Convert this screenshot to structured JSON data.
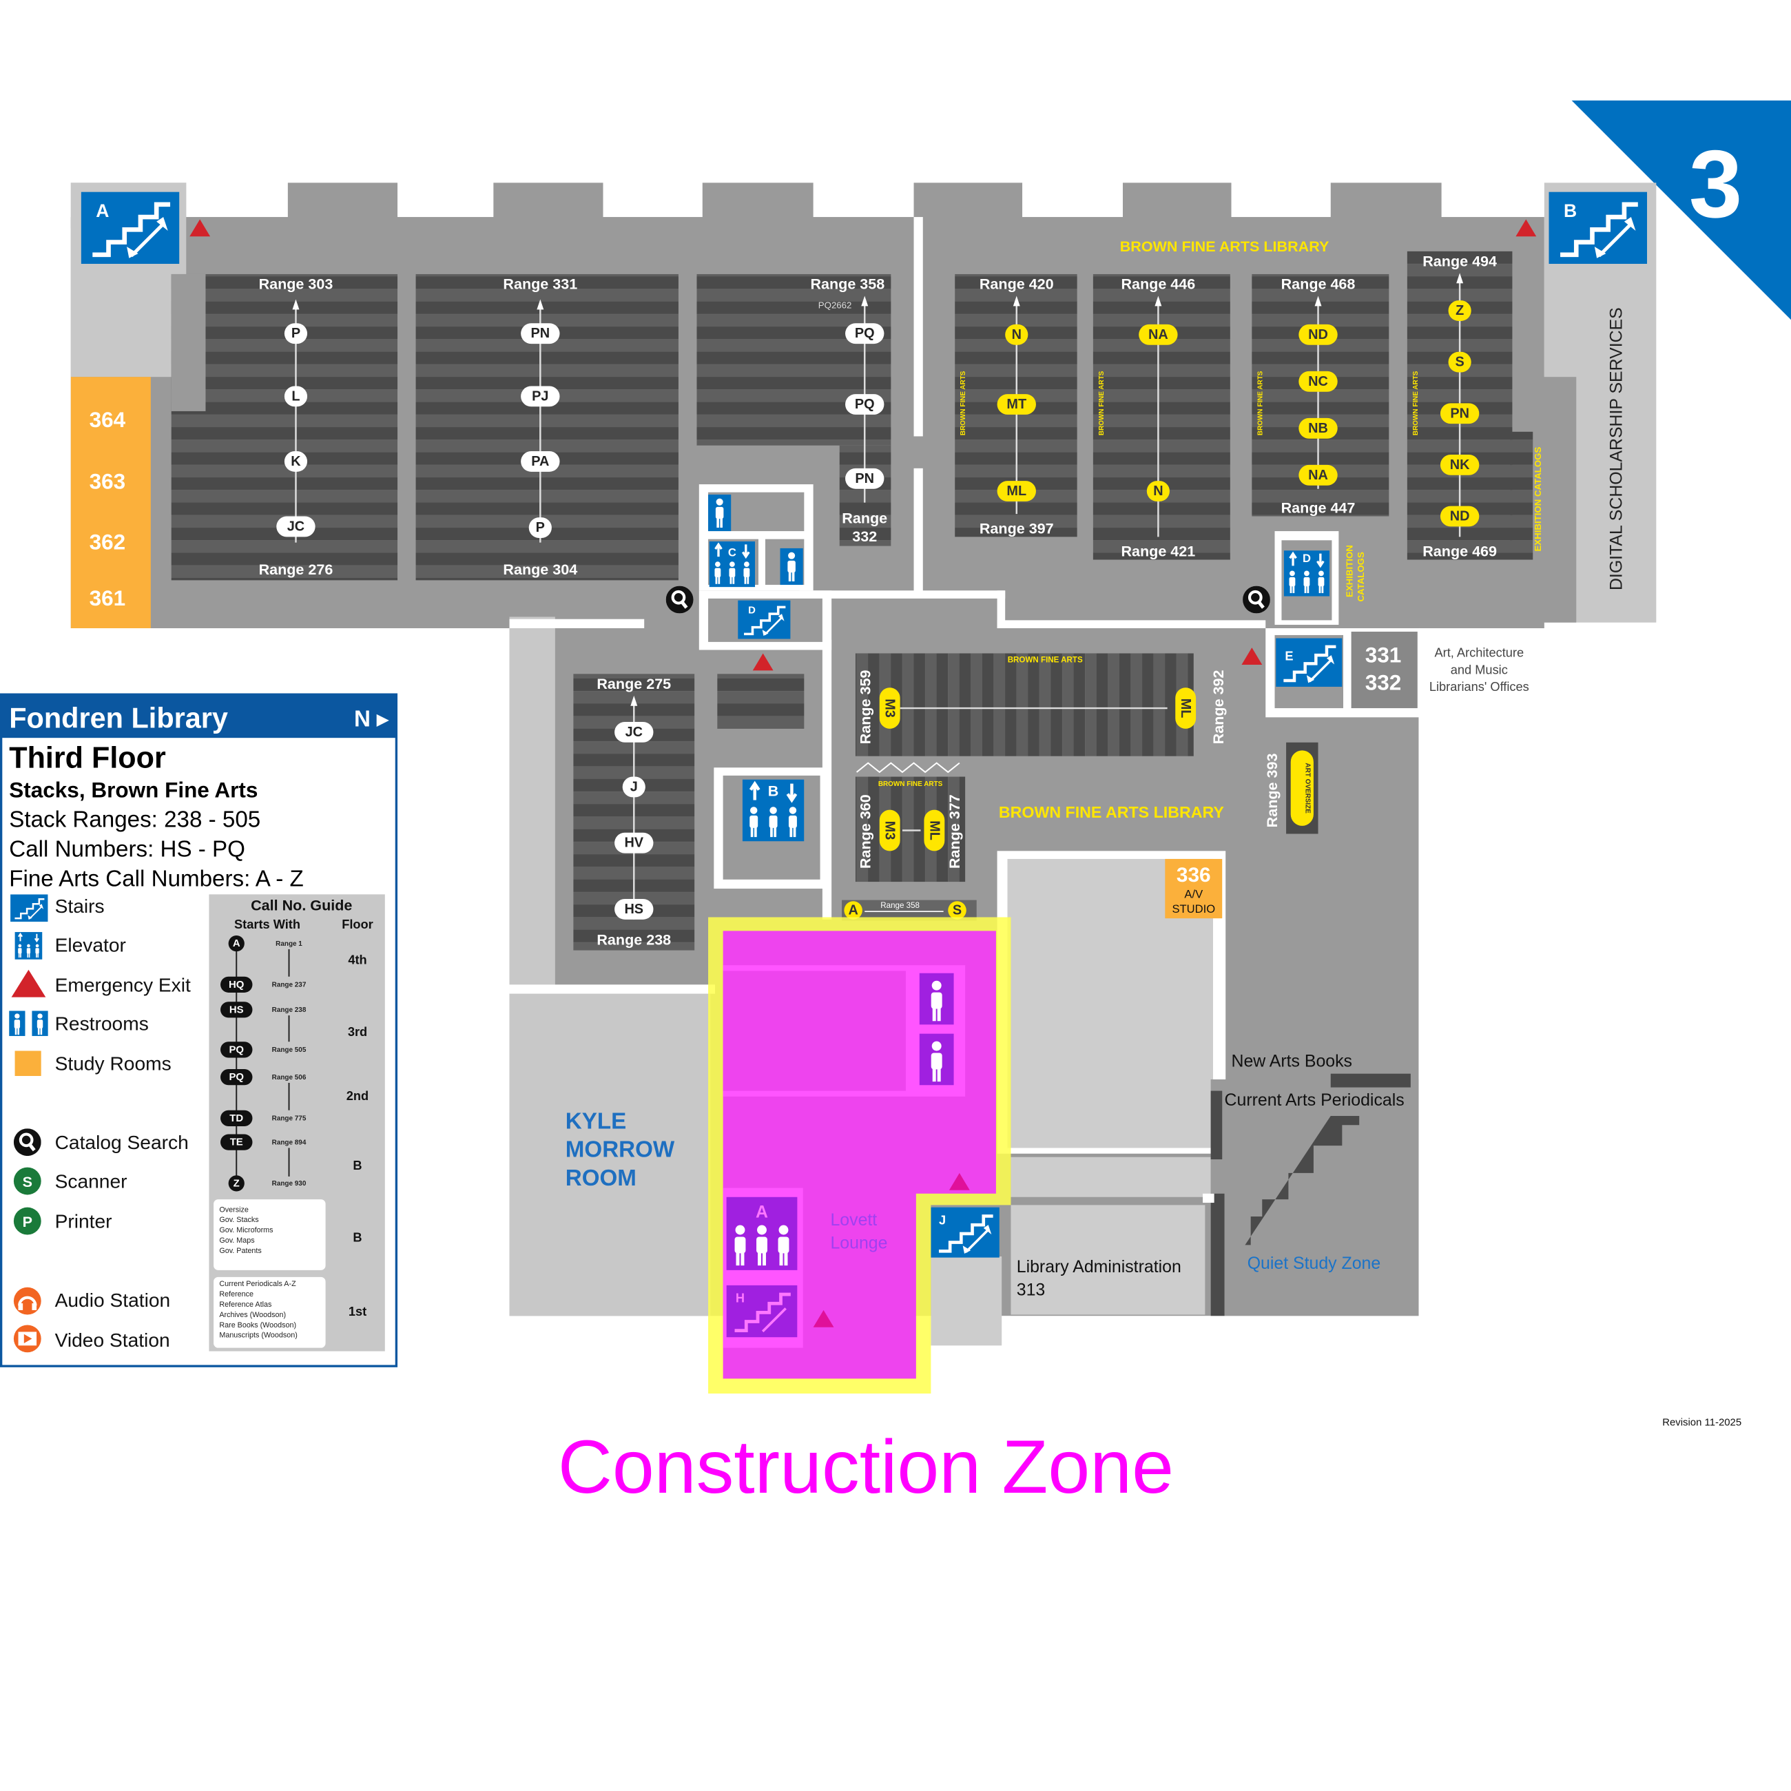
{
  "floor_badge": "3",
  "legend": {
    "library": "Fondren Library",
    "north": "N ▸",
    "floor": "Third Floor",
    "subtitle": "Stacks, Brown Fine Arts",
    "stack_ranges": "Stack Ranges: 238 - 505",
    "call_numbers": "Call Numbers: HS - PQ",
    "fine_arts": "Fine Arts Call Numbers: A - Z",
    "items": [
      {
        "icon": "stairs-icon",
        "label": "Stairs"
      },
      {
        "icon": "elevator-icon",
        "label": "Elevator"
      },
      {
        "icon": "emergency-exit-icon",
        "label": "Emergency Exit"
      },
      {
        "icon": "restroom-icon",
        "label": "Restrooms"
      },
      {
        "icon": "study-room-swatch",
        "label": "Study Rooms"
      },
      {
        "icon": "catalog-search-icon",
        "label": "Catalog Search"
      },
      {
        "icon": "scanner-icon",
        "label": "Scanner",
        "letter": "S"
      },
      {
        "icon": "printer-icon",
        "label": "Printer",
        "letter": "P"
      },
      {
        "icon": "audio-station-icon",
        "label": "Audio Station"
      },
      {
        "icon": "video-station-icon",
        "label": "Video Station"
      }
    ]
  },
  "call_guide": {
    "title": "Call No. Guide",
    "col_starts": "Starts With",
    "col_floor": "Floor",
    "rows": [
      {
        "call": "A",
        "range": "Range 1"
      },
      {
        "call": "HQ",
        "range": "Range 237"
      },
      {
        "call": "HS",
        "range": "Range 238"
      },
      {
        "call": "PQ",
        "range": "Range 505"
      },
      {
        "call": "PQ",
        "range": "Range 506"
      },
      {
        "call": "TD",
        "range": "Range 775"
      },
      {
        "call": "TE",
        "range": "Range 894"
      },
      {
        "call": "Z",
        "range": "Range 930"
      }
    ],
    "floors": [
      "4th",
      "3rd",
      "2nd",
      "B"
    ],
    "box_b": {
      "lines": [
        "Oversize",
        "Gov. Stacks",
        "Gov. Microforms",
        "Gov. Maps",
        "Gov. Patents"
      ],
      "floor": "B"
    },
    "box_1st": {
      "lines": [
        "Current Periodicals A-Z",
        "Reference",
        "Reference Atlas",
        "Archives (Woodson)",
        "Rare Books (Woodson)",
        "Manuscripts (Woodson)"
      ],
      "floor": "1st"
    }
  },
  "stacks": [
    {
      "top": "Range 303",
      "bottom": [
        "Range 276"
      ],
      "markers": [
        "P",
        "L",
        "K",
        "JC"
      ],
      "style": "white"
    },
    {
      "top": "Range 331",
      "bottom": [
        "Range 304"
      ],
      "markers": [
        "PN",
        "PJ",
        "PA",
        "P"
      ],
      "style": "white"
    },
    {
      "top": "Range 358",
      "note": "PQ2662",
      "bottom": [
        "Range",
        "332"
      ],
      "markers": [
        "PQ",
        "PQ",
        "PN"
      ],
      "style": "white"
    },
    {
      "top": "Range 420",
      "bottom": [
        "Range 397"
      ],
      "markers": [
        "N",
        "MT",
        "ML"
      ],
      "style": "yellow",
      "side": "BROWN FINE ARTS"
    },
    {
      "top": "Range 446",
      "bottom": [
        "Range 421"
      ],
      "markers": [
        "NA",
        "N"
      ],
      "style": "yellow",
      "side": "BROWN FINE ARTS"
    },
    {
      "top": "Range 468",
      "bottom": [
        "Range 447"
      ],
      "markers": [
        "ND",
        "NC",
        "NB",
        "NA"
      ],
      "style": "yellow",
      "side": "BROWN FINE ARTS"
    },
    {
      "top": "Range 494",
      "bottom": [
        "Range 469"
      ],
      "markers": [
        "Z",
        "S",
        "PN",
        "NK",
        "ND"
      ],
      "style": "yellow",
      "side": "BROWN FINE ARTS"
    },
    {
      "top": "Range 275",
      "bottom": [
        "Range 238"
      ],
      "markers": [
        "JC",
        "J",
        "HV",
        "HS"
      ],
      "style": "white"
    }
  ],
  "fine_arts_stacks": {
    "wide": {
      "label": "BROWN FINE ARTS",
      "start": "Range 359",
      "end": "Range 392",
      "from": "M3",
      "to": "ML"
    },
    "small": {
      "label": "BROWN FINE ARTS",
      "start": "Range 360",
      "end": "Range 377",
      "from": "M3",
      "to": "ML"
    },
    "oversize": {
      "range": "Range 393",
      "label": "ART OVERSIZE"
    },
    "bottom": {
      "range": "Range 358",
      "from": "A",
      "to": "S"
    }
  },
  "study_rooms": [
    "364",
    "363",
    "362",
    "361"
  ],
  "stairs": {
    "a": "A",
    "b": "B",
    "d": "D",
    "e": "E",
    "h": "H",
    "j": "J"
  },
  "elevators": {
    "c": "C",
    "b": "B",
    "d": "D",
    "a": "A"
  },
  "labels": {
    "bfal_top": "BROWN FINE ARTS LIBRARY",
    "bfal_mid": "BROWN FINE ARTS LIBRARY",
    "digital": "DIGITAL SCHOLARSHIP SERVICES",
    "exhibition_1": "EXHIBITION CATALOGS",
    "exhibition_2a": "EXHIBITION",
    "exhibition_2b": "CATALOGS",
    "offices_num_1": "331",
    "offices_num_2": "332",
    "offices_1": "Art, Architecture",
    "offices_2": "and Music",
    "offices_3": "Librarians' Offices",
    "av_num": "336",
    "av_1": "A/V",
    "av_2": "STUDIO",
    "kyle_1": "KYLE",
    "kyle_2": "MORROW",
    "kyle_3": "ROOM",
    "lovett_1": "Lovett",
    "lovett_2": "Lounge",
    "new_arts": "New Arts Books",
    "periodicals": "Current Arts Periodicals",
    "quiet": "Quiet Study Zone",
    "admin": "Library Administration",
    "admin_num": "313"
  },
  "construction_zone": "Construction Zone",
  "revision": "Revision 11-2025",
  "colors": {
    "blue": "#0070c0",
    "legend_blue": "#0b57a0",
    "study_orange": "#fbb03b",
    "fine_arts_yellow": "#ffe600",
    "exit_red": "#d2232a",
    "construction_magenta": "#ff00ff",
    "construction_border": "#ffff4d"
  }
}
